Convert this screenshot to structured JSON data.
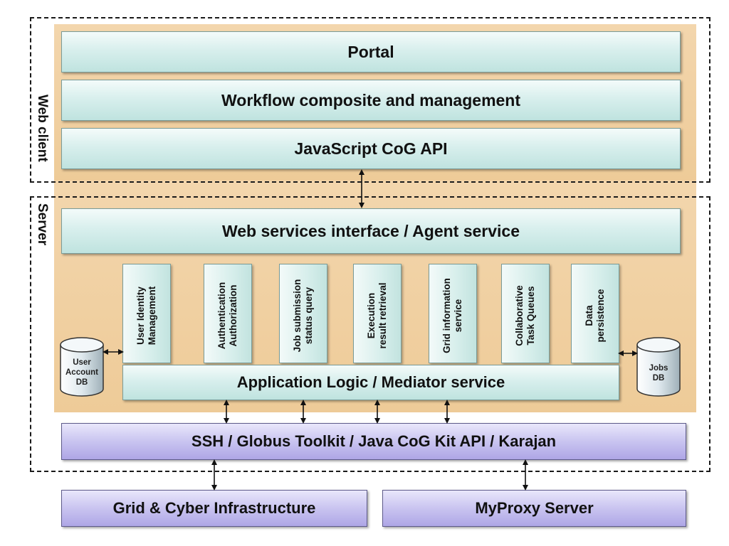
{
  "regions": {
    "web_client_label": "Web client",
    "server_label": "Server"
  },
  "layers": {
    "portal": "Portal",
    "workflow": "Workflow composite and management",
    "javascript_cog_api": "JavaScript CoG API",
    "web_services": "Web services interface / Agent service",
    "application_logic": "Application Logic / Mediator service",
    "ssh_globus": "SSH / Globus Toolkit / Java CoG Kit API / Karajan",
    "grid_cyber": "Grid & Cyber Infrastructure",
    "myproxy": "MyProxy Server"
  },
  "services": [
    "User Identity\nManagement",
    "Authentication\nAuthorization",
    "Job submission\nstatus query",
    "Execution\nresult retrieval",
    "Grid information\nservice",
    "Collaborative\nTask Queues",
    "Data\npersistence"
  ],
  "databases": {
    "user_account": "User\nAccount\nDB",
    "jobs": "Jobs\nDB"
  },
  "colors": {
    "tan": "#eecb98",
    "teal": "#c2e3df",
    "purple": "#aea6e6"
  }
}
